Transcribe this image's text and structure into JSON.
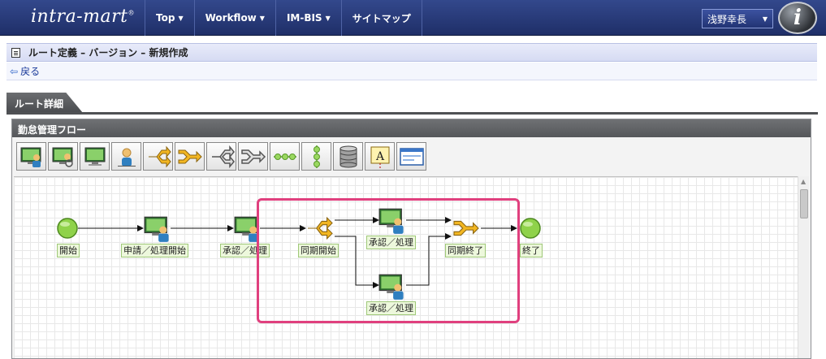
{
  "header": {
    "logo_text": "intra-mart",
    "logo_mark": "®",
    "nav": [
      {
        "label": "Top"
      },
      {
        "label": "Workflow"
      },
      {
        "label": "IM-BIS"
      },
      {
        "label": "サイトマップ"
      }
    ],
    "user_name": "浅野幸長",
    "badge_letter": "i"
  },
  "page": {
    "title": "ルート定義 – バージョン – 新規作成",
    "back_label": "戻る"
  },
  "tab": {
    "label": "ルート詳細"
  },
  "panel": {
    "title": "勤怠管理フロー"
  },
  "toolbar": {
    "tools": [
      {
        "icon": "monitor-user-icon"
      },
      {
        "icon": "monitor-user-search-icon"
      },
      {
        "icon": "monitor-icon"
      },
      {
        "icon": "user-icon"
      },
      {
        "icon": "branch-split-icon"
      },
      {
        "icon": "branch-join-icon"
      },
      {
        "icon": "branch-split-gray-icon"
      },
      {
        "icon": "branch-join-gray-icon"
      },
      {
        "icon": "horizontal-chain-icon"
      },
      {
        "icon": "vertical-chain-icon"
      },
      {
        "icon": "database-icon"
      },
      {
        "icon": "text-note-icon"
      },
      {
        "icon": "window-icon"
      }
    ]
  },
  "flow": {
    "nodes": {
      "start": "開始",
      "apply": "申請／処理開始",
      "approve1": "承認／処理",
      "sync_start": "同期開始",
      "approve_top": "承認／処理",
      "approve_bottom": "承認／処理",
      "sync_end": "同期終了",
      "end": "終了"
    }
  },
  "colors": {
    "header_bg": "#2a3c7c",
    "highlight": "#e0407e",
    "node_label_bg": "#edf8dc",
    "start_end_fill": "#8fd24a",
    "branch_fill": "#f2b622"
  }
}
